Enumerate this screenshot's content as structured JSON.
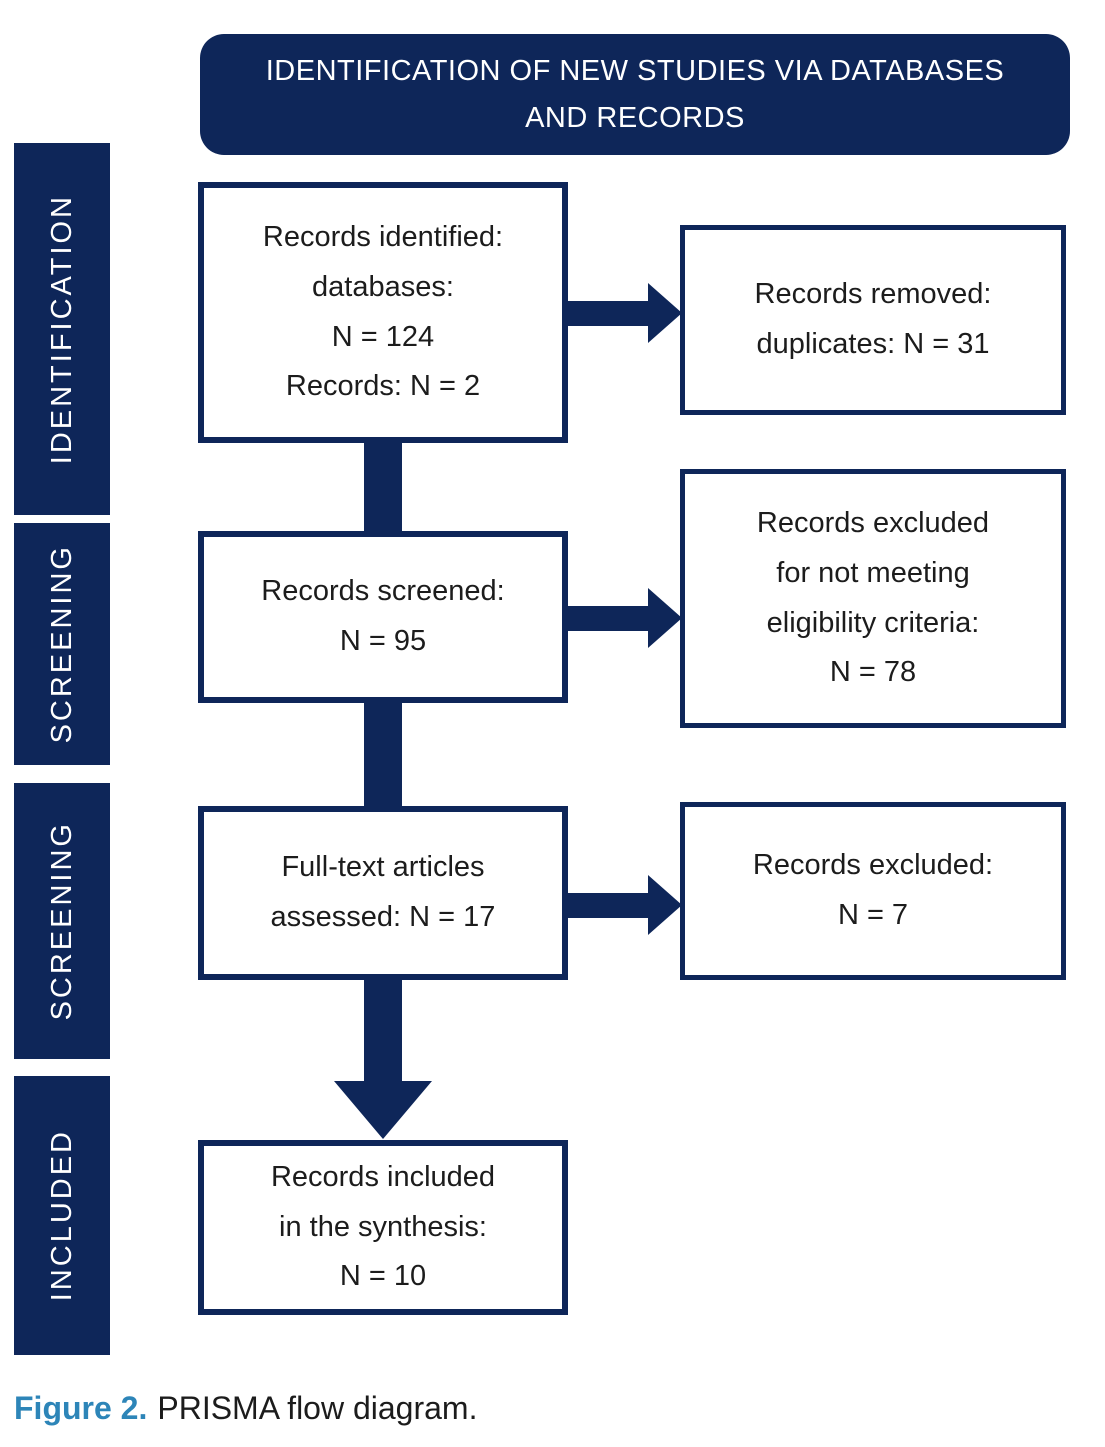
{
  "colors": {
    "navy": "#0e2659",
    "caption_blue": "#2d85b8",
    "box_text": "#1c1c1c"
  },
  "header": {
    "title_lines": [
      "IDENTIFICATION OF NEW STUDIES VIA DATABASES",
      "AND RECORDS"
    ]
  },
  "sidebar": {
    "stages": [
      {
        "label": "IDENTIFICATION"
      },
      {
        "label": "SCREENING"
      },
      {
        "label": "SCREENING"
      },
      {
        "label": "INCLUDED"
      }
    ]
  },
  "flow": {
    "main_boxes": [
      {
        "lines": [
          "Records identified:",
          "databases:",
          "N = 124",
          "Records: N = 2"
        ]
      },
      {
        "lines": [
          "Records screened:",
          "N = 95"
        ]
      },
      {
        "lines": [
          "Full-text articles",
          "assessed: N = 17"
        ]
      },
      {
        "lines": [
          "Records included",
          "in the synthesis:",
          "N = 10"
        ]
      }
    ],
    "side_boxes": [
      {
        "lines": [
          "Records removed:",
          "duplicates: N = 31"
        ]
      },
      {
        "lines": [
          "Records excluded",
          "for not meeting",
          "eligibility criteria:",
          "N = 78"
        ]
      },
      {
        "lines": [
          "Records excluded:",
          "N = 7"
        ]
      }
    ]
  },
  "caption": {
    "label": "Figure 2.",
    "text": "PRISMA flow diagram."
  }
}
